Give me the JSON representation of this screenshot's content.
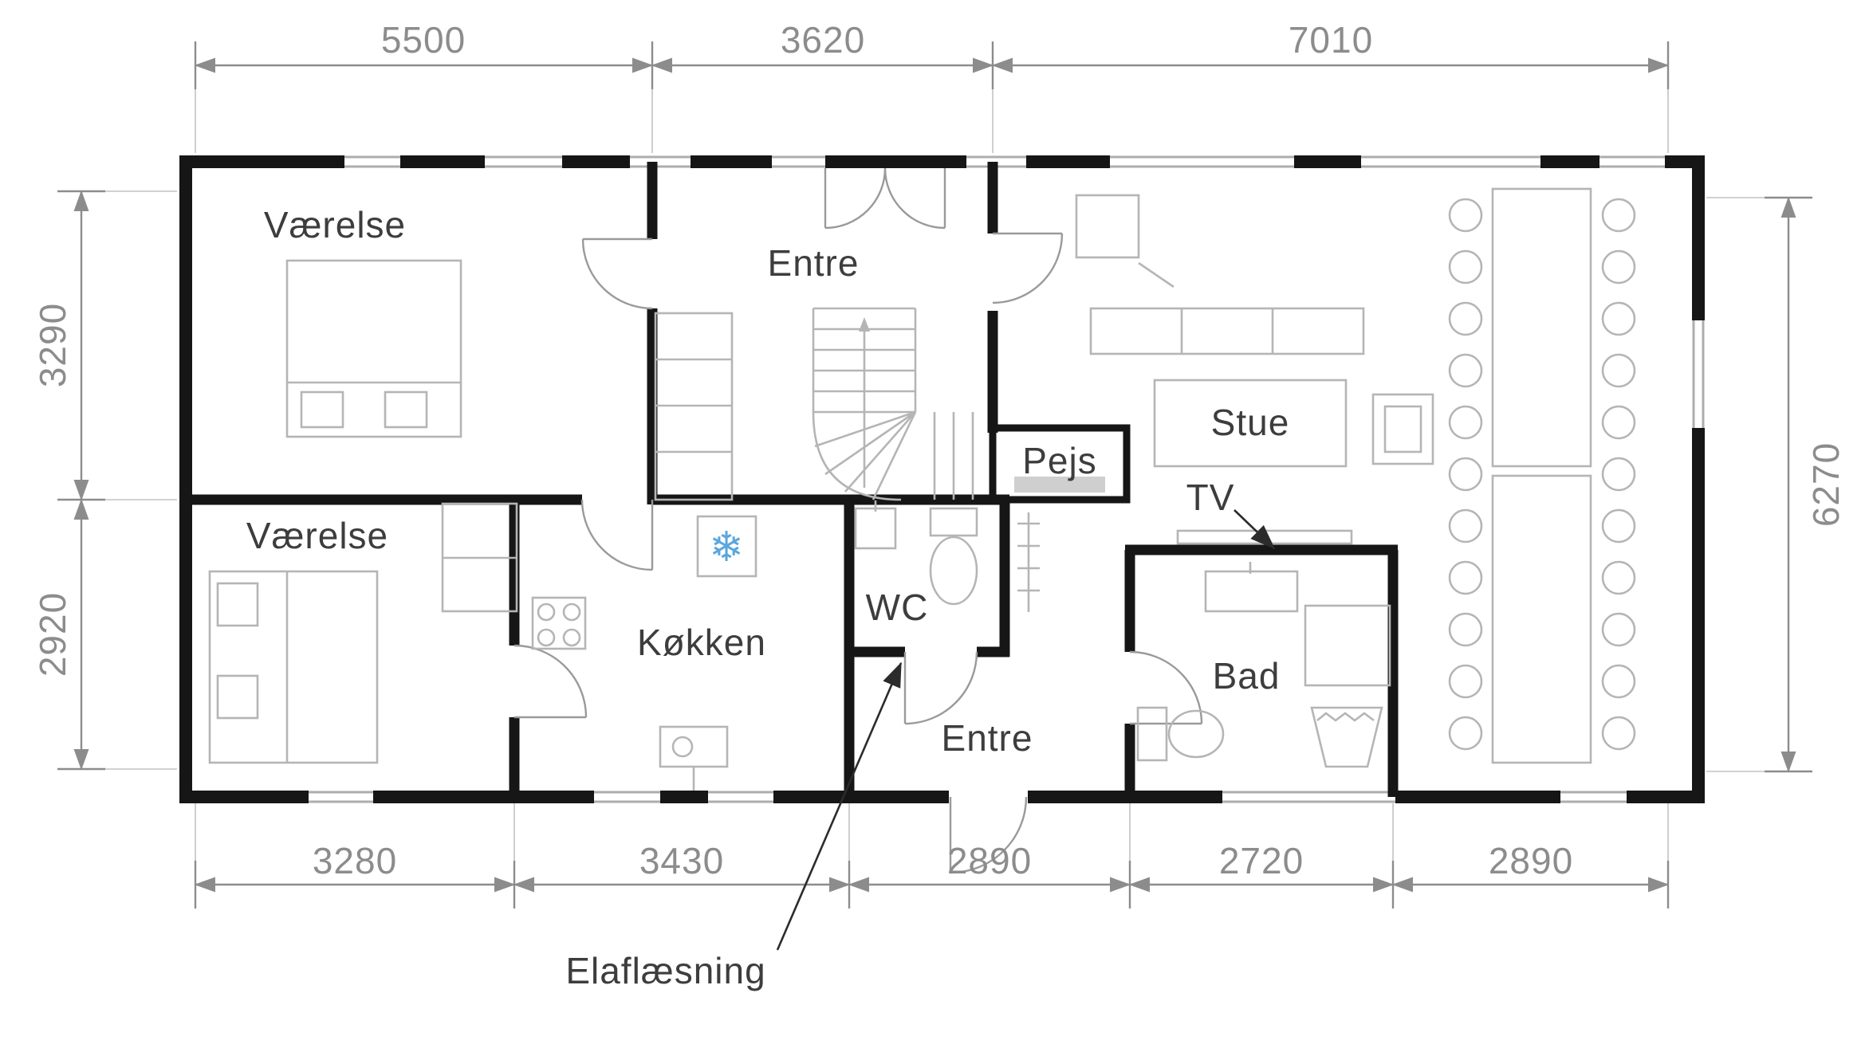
{
  "rooms": {
    "vaerelse_top": {
      "label": "Værelse"
    },
    "entre_top": {
      "label": "Entre"
    },
    "stue": {
      "label": "Stue"
    },
    "vaerelse_bottom": {
      "label": "Værelse"
    },
    "koekken": {
      "label": "Køkken"
    },
    "wc": {
      "label": "WC"
    },
    "entre_bottom": {
      "label": "Entre"
    },
    "bad": {
      "label": "Bad"
    }
  },
  "annotations": {
    "pejs": "Pejs",
    "tv": "TV",
    "elaflaesning": "Elaflæsning"
  },
  "dimensions": {
    "top": [
      "5500",
      "3620",
      "7010"
    ],
    "left": [
      "3290",
      "2920"
    ],
    "right": [
      "6270"
    ],
    "bottom": [
      "3280",
      "3430",
      "2890",
      "2720",
      "2890"
    ]
  },
  "icons": {
    "snowflake": "❄"
  },
  "colors": {
    "wall": "#161616",
    "furniture": "#b5b5b5",
    "dimension": "#8c8c8c",
    "label": "#3d3d3d",
    "snowflake": "#5aa7dc"
  }
}
